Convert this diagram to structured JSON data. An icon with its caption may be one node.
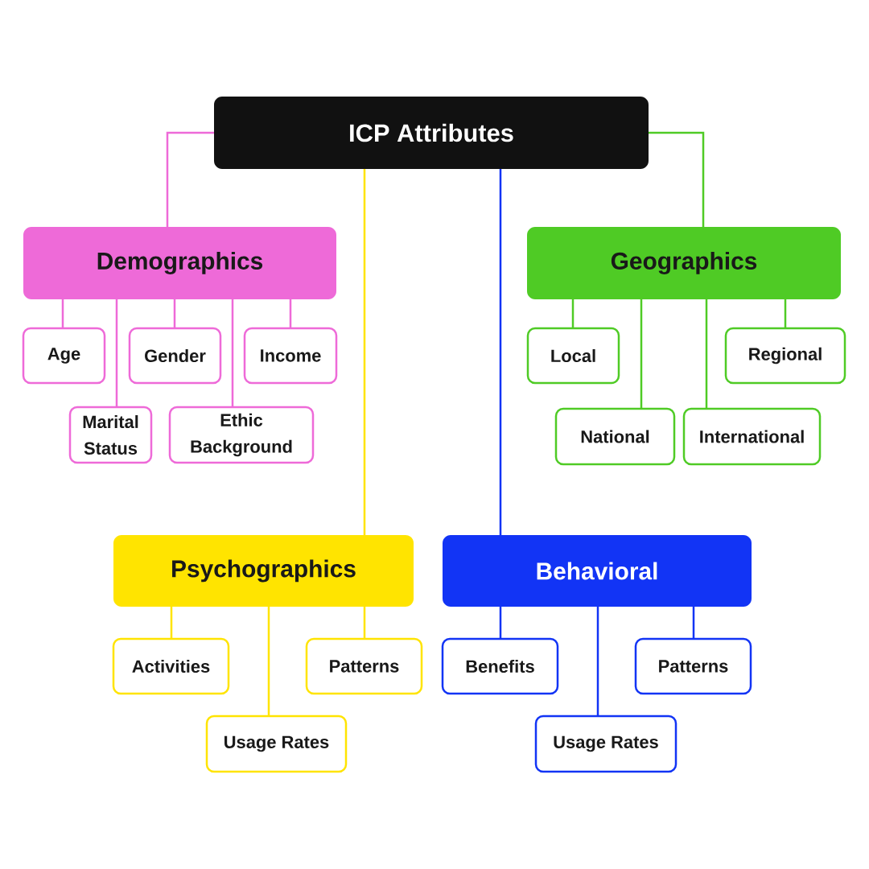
{
  "diagram": {
    "nodes": [
      {
        "text": [
          "ICP Attributes"
        ]
      },
      {
        "text": [
          "Demographics"
        ]
      },
      {
        "text": [
          "Age"
        ]
      },
      {
        "text": [
          "Gender"
        ]
      },
      {
        "text": [
          "Income"
        ]
      },
      {
        "text": [
          "Marital Status"
        ]
      },
      {
        "text": [
          "Ethic Background"
        ]
      },
      {
        "text": [
          "Geographics"
        ]
      },
      {
        "text": [
          "Local"
        ]
      },
      {
        "text": [
          "Regional"
        ]
      },
      {
        "text": [
          "National"
        ]
      },
      {
        "text": [
          "International"
        ]
      },
      {
        "text": [
          "Psychographics"
        ]
      },
      {
        "text": [
          "Activities"
        ]
      },
      {
        "text": [
          "Patterns"
        ]
      },
      {
        "text": [
          "Usage Rates"
        ]
      },
      {
        "text": [
          "Behavioral"
        ]
      },
      {
        "text": [
          "Benefits"
        ]
      },
      {
        "text": [
          "Patterns"
        ]
      },
      {
        "text": [
          "Usage Rates"
        ]
      }
    ],
    "edges": [
      {
        "from": 0,
        "to": 1,
        "arrow": "none",
        "color": "#ee6ad8"
      },
      {
        "from": 0,
        "to": 7,
        "arrow": "none",
        "color": "#4fcb25"
      },
      {
        "from": 0,
        "to": 12,
        "arrow": "none",
        "color": "#ffe400"
      },
      {
        "from": 0,
        "to": 16,
        "arrow": "none",
        "color": "#1234f5"
      },
      {
        "from": 1,
        "to": 2,
        "arrow": "none",
        "color": "#ee6ad8"
      },
      {
        "from": 1,
        "to": 3,
        "arrow": "none",
        "color": "#ee6ad8"
      },
      {
        "from": 1,
        "to": 4,
        "arrow": "none",
        "color": "#ee6ad8"
      },
      {
        "from": 1,
        "to": 5,
        "arrow": "none",
        "color": "#ee6ad8"
      },
      {
        "from": 1,
        "to": 6,
        "arrow": "none",
        "color": "#ee6ad8"
      },
      {
        "from": 7,
        "to": 8,
        "arrow": "none",
        "color": "#4fcb25"
      },
      {
        "from": 7,
        "to": 9,
        "arrow": "none",
        "color": "#4fcb25"
      },
      {
        "from": 7,
        "to": 10,
        "arrow": "none",
        "color": "#4fcb25"
      },
      {
        "from": 7,
        "to": 11,
        "arrow": "none",
        "color": "#4fcb25"
      },
      {
        "from": 12,
        "to": 13,
        "arrow": "none",
        "color": "#ffe400"
      },
      {
        "from": 12,
        "to": 14,
        "arrow": "none",
        "color": "#ffe400"
      },
      {
        "from": 12,
        "to": 15,
        "arrow": "none",
        "color": "#ffe400"
      },
      {
        "from": 16,
        "to": 17,
        "arrow": "none",
        "color": "#1234f5"
      },
      {
        "from": 16,
        "to": 18,
        "arrow": "none",
        "color": "#1234f5"
      },
      {
        "from": 16,
        "to": 19,
        "arrow": "none",
        "color": "#1234f5"
      }
    ]
  }
}
